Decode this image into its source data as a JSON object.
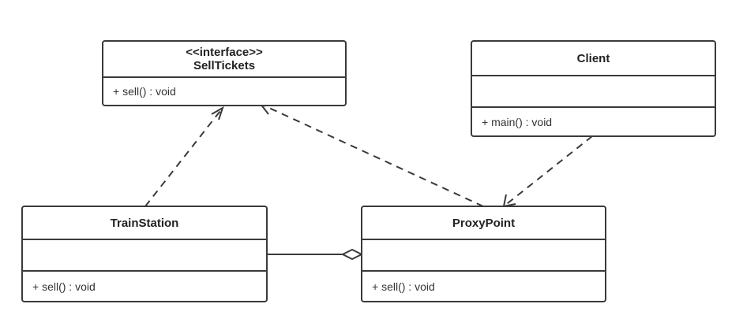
{
  "diagram": {
    "classes": {
      "sellTickets": {
        "stereotype": "<<interface>>",
        "name": "SellTickets",
        "operation": "+ sell() : void"
      },
      "client": {
        "name": "Client",
        "operation": "+ main() : void"
      },
      "trainStation": {
        "name": "TrainStation",
        "operation": "+ sell() : void"
      },
      "proxyPoint": {
        "name": "ProxyPoint",
        "operation": "+ sell() : void"
      }
    },
    "relations": [
      {
        "from": "TrainStation",
        "to": "SellTickets",
        "kind": "realization"
      },
      {
        "from": "ProxyPoint",
        "to": "SellTickets",
        "kind": "realization"
      },
      {
        "from": "Client",
        "to": "ProxyPoint",
        "kind": "dependency"
      },
      {
        "from": "TrainStation",
        "to": "ProxyPoint",
        "kind": "aggregation"
      }
    ],
    "colors": {
      "stroke": "#3a3a3a",
      "text": "#222222",
      "background": "#ffffff"
    }
  }
}
